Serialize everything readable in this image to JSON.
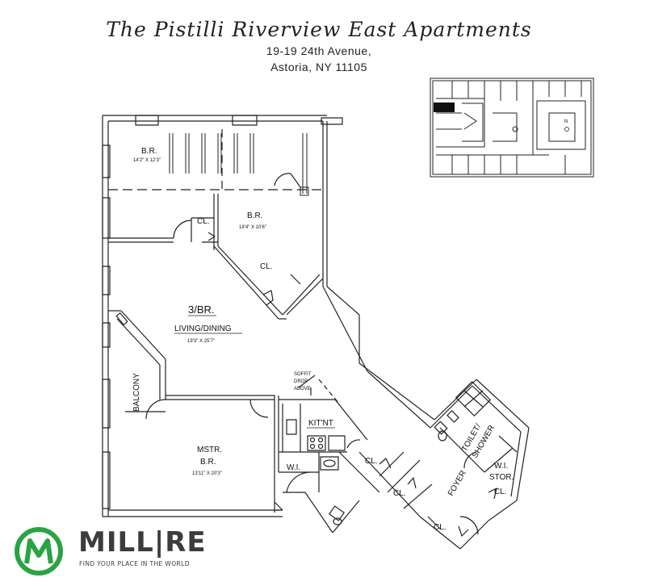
{
  "header": {
    "title": "The Pistilli Riverview East Apartments",
    "address_line1": "19-19 24th Avenue,",
    "address_line2": "Astoria, NY 11105"
  },
  "rooms": {
    "br_top": {
      "label": "B.R.",
      "dims": "14'2\" X 12'3\""
    },
    "br_mid": {
      "label": "B.R.",
      "dims": "18'4\" X 10'6\""
    },
    "cl_1": "CL.",
    "cl_2": "CL.",
    "living": {
      "type": "3/BR.",
      "label": "LIVING/DINING",
      "dims": "19'3\" X 25'7\""
    },
    "soffit": [
      "SOFFIT",
      "DROP",
      "ABOVE"
    ],
    "balcony": "BALCONY",
    "kitchen": "KIT'NT",
    "master": {
      "label": "MSTR.",
      "label2": "B.R.",
      "dims": "13'11\" X 20'3\""
    },
    "wi": "W.I.",
    "cl_3": "CL.",
    "cl_4": "CL.",
    "cl_5": "CL.",
    "cl_6": "CL.",
    "foyer": "FOYER",
    "toilet": [
      "TOILET/",
      "SHOWER"
    ],
    "wi_stor": [
      "W.I.",
      "STOR."
    ]
  },
  "key_plan": {
    "north": "N"
  },
  "logo": {
    "name": "MILL|RE",
    "tagline": "FIND YOUR PLACE IN THE WORLD",
    "brand_color": "#2aa345"
  }
}
